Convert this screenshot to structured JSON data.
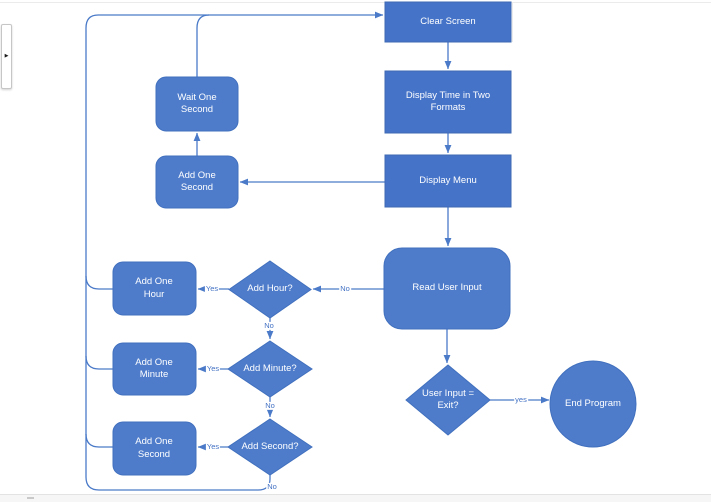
{
  "colors": {
    "accent": "#4472C4",
    "process_fill": "#4573C8",
    "process_stroke": "#3E68B2",
    "rounded_fill": "#4E7CCB",
    "rounded_stroke": "#4170BE",
    "connector": "#4A7AC8",
    "edge_label_text": "#4472C4",
    "node_text": "#FFFFFF",
    "page_edge": "#EBEBEB"
  },
  "icons": {
    "expand_arrow": "▶"
  },
  "nodes": {
    "clear_screen": {
      "label": "Clear Screen",
      "type": "process"
    },
    "display_time": {
      "label": "Display Time in Two Formats",
      "type": "process"
    },
    "display_menu": {
      "label": "Display Menu",
      "type": "process"
    },
    "read_user_input": {
      "label": "Read User Input",
      "type": "rounded-process"
    },
    "wait_one_second": {
      "label": "Wait One Second",
      "type": "rounded-process"
    },
    "add_one_second_upper": {
      "label": "Add One Second",
      "type": "rounded-process"
    },
    "add_one_hour": {
      "label": "Add One Hour",
      "type": "rounded-process"
    },
    "add_one_minute": {
      "label": "Add One Minute",
      "type": "rounded-process"
    },
    "add_one_second_lower": {
      "label": "Add One Second",
      "type": "rounded-process"
    },
    "add_hour": {
      "label": "Add Hour?",
      "type": "decision"
    },
    "add_minute": {
      "label": "Add Minute?",
      "type": "decision"
    },
    "add_second": {
      "label": "Add Second?",
      "type": "decision"
    },
    "user_input_exit": {
      "label": "User Input = Exit?",
      "type": "decision"
    },
    "end_program": {
      "label": "End Program",
      "type": "terminator"
    }
  },
  "edge_labels": {
    "read_no": "No",
    "hour_yes": "Yes",
    "hour_no": "No",
    "minute_yes": "Yes",
    "minute_no": "No",
    "second_yes": "Yes",
    "second_no": "No",
    "exit_yes": "yes"
  }
}
